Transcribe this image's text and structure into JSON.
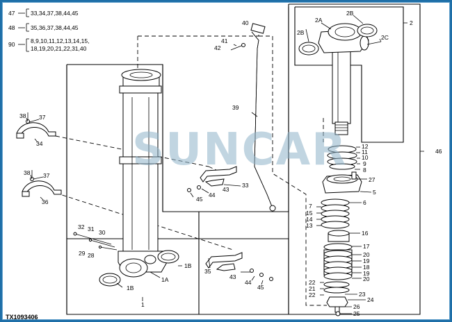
{
  "legend": [
    {
      "num": "47",
      "parts": "33,34,37,38,44,45"
    },
    {
      "num": "48",
      "parts": "35,36,37,38,44,45"
    },
    {
      "num": "90",
      "parts": "8,9,10,11,12,13,14,15,",
      "parts2": "18,19,20,21,22,31,40"
    }
  ],
  "watermark": "SUNCAR",
  "figure_code": "TX1093406",
  "labels": {
    "l1": "1",
    "l1A": "1A",
    "l1B_a": "1B",
    "l1B_b": "1B",
    "l2": "2",
    "l2A": "2A",
    "l2B_a": "2B",
    "l2B_b": "2B",
    "l2C": "2C",
    "l5": "5",
    "l6": "6",
    "l7": "7",
    "l8": "8",
    "l9": "9",
    "l10": "10",
    "l11": "11",
    "l12": "12",
    "l13": "13",
    "l14": "14",
    "l15": "15",
    "l16": "16",
    "l17": "17",
    "l18": "18",
    "l19a": "19",
    "l19b": "19",
    "l20a": "20",
    "l20b": "20",
    "l21": "21",
    "l22a": "22",
    "l22b": "22",
    "l23": "23",
    "l24": "24",
    "l25": "25",
    "l26": "26",
    "l27": "27",
    "l28": "28",
    "l29": "29",
    "l30": "30",
    "l31": "31",
    "l32": "32",
    "l33": "33",
    "l34": "34",
    "l35": "35",
    "l36": "36",
    "l37a": "37",
    "l37b": "37",
    "l38a": "38",
    "l38b": "38",
    "l39": "39",
    "l40": "40",
    "l41": "41",
    "l42": "42",
    "l43a": "43",
    "l43b": "43",
    "l44a": "44",
    "l44b": "44",
    "l45a": "45",
    "l45b": "45",
    "l46": "46"
  },
  "colors": {
    "frame": "#1e6fa8",
    "watermark": "#8fb3c9",
    "ink": "#000000"
  }
}
